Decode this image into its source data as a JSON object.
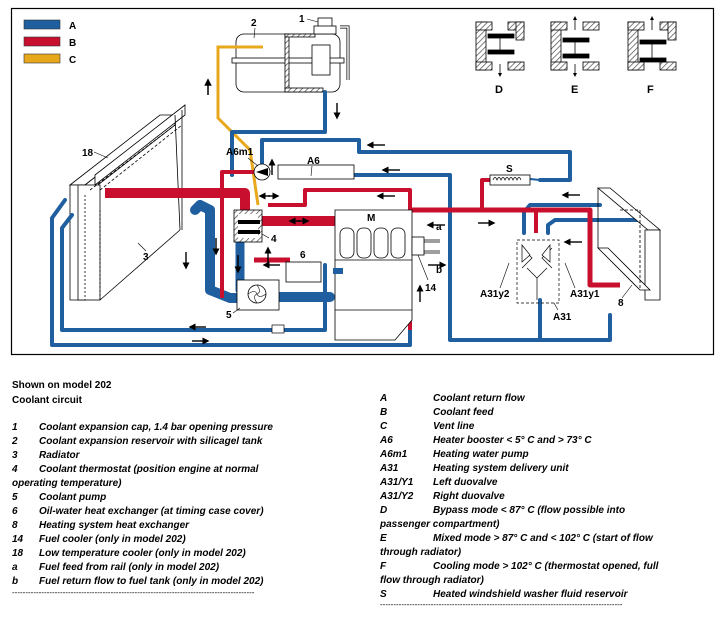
{
  "diagram": {
    "colors": {
      "A": "#1f5fa0",
      "B": "#c8102e",
      "C": "#e8a81c",
      "frame": "#000000"
    },
    "flow_legend": [
      {
        "key": "A",
        "color": "#1f5fa0"
      },
      {
        "key": "B",
        "color": "#c8102e"
      },
      {
        "key": "C",
        "color": "#e8a81c"
      }
    ],
    "labels": {
      "n1": "1",
      "n2": "2",
      "n3": "3",
      "n4": "4",
      "n5": "5",
      "n6": "6",
      "n8": "8",
      "n14": "14",
      "n18": "18",
      "M": "M",
      "a": "a",
      "b": "b",
      "S": "S",
      "A6": "A6",
      "A6m1": "A6m1",
      "A31": "A31",
      "A31y1": "A31y1",
      "A31y2": "A31y2",
      "D": "D",
      "E": "E",
      "F": "F"
    }
  },
  "caption": {
    "line1": "Shown on model 202",
    "line2": "Coolant circuit"
  },
  "legend_left": [
    {
      "key": "1",
      "text": "Coolant expansion cap, 1.4 bar opening pressure"
    },
    {
      "key": "2",
      "text": "Coolant expansion reservoir with silicagel tank"
    },
    {
      "key": "3",
      "text": "Radiator"
    },
    {
      "key": "4",
      "text": "Coolant thermostat (position engine at normal",
      "cont": "operating temperature)"
    },
    {
      "key": "5",
      "text": "Coolant pump"
    },
    {
      "key": "6",
      "text": "Oil-water heat exchanger (at timing case cover)"
    },
    {
      "key": "8",
      "text": "Heating system heat exchanger"
    },
    {
      "key": "14",
      "text": "Fuel cooler (only in model 202)"
    },
    {
      "key": "18",
      "text": "Low temperature cooler (only in model 202)"
    },
    {
      "key": "a",
      "text": "Fuel feed from rail (only in model 202)"
    },
    {
      "key": "b",
      "text": "Fuel return flow to fuel tank (only in model 202)"
    }
  ],
  "legend_right": [
    {
      "key": "A",
      "text": "Coolant return flow"
    },
    {
      "key": "B",
      "text": "Coolant feed"
    },
    {
      "key": "C",
      "text": "Vent line"
    },
    {
      "key": "A6",
      "text": "Heater booster < 5° C and > 73° C"
    },
    {
      "key": "A6m1",
      "text": "Heating water pump"
    },
    {
      "key": "A31",
      "text": "Heating system delivery unit"
    },
    {
      "key": "A31/Y1",
      "text": "Left duovalve"
    },
    {
      "key": "A31/Y2",
      "text": "Right duovalve"
    },
    {
      "key": "D",
      "text": "Bypass mode < 87° C (flow possible into",
      "cont": "passenger compartment)"
    },
    {
      "key": "E",
      "text": "Mixed mode > 87° C and < 102° C (start of flow",
      "cont": "through radiator)"
    },
    {
      "key": "F",
      "text": "Cooling mode > 102° C (thermostat opened, full",
      "cont": "flow through radiator)"
    },
    {
      "key": "S",
      "text": "Heated windshield washer fluid reservoir"
    }
  ],
  "separator": "-------------------------------------------------------------------------------------------"
}
